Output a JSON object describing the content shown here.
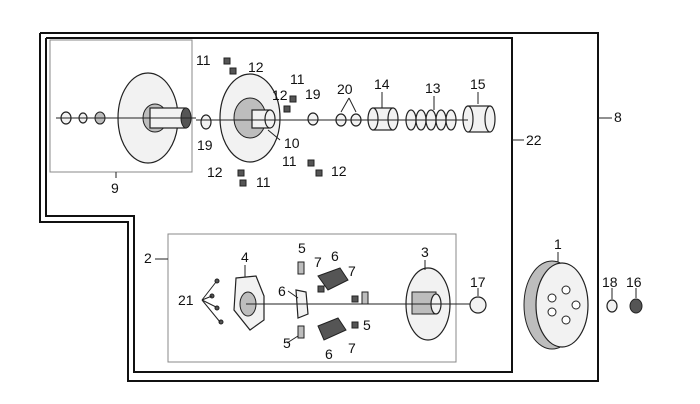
{
  "callouts": {
    "c1": "1",
    "c2": "2",
    "c3": "3",
    "c4": "4",
    "c5a": "5",
    "c5b": "5",
    "c5c": "5",
    "c6a": "6",
    "c6b": "6",
    "c6c": "6",
    "c7a": "7",
    "c7b": "7",
    "c7c": "7",
    "c8": "8",
    "c9": "9",
    "c10": "10",
    "c11a": "11",
    "c11b": "11",
    "c11c": "11",
    "c11d": "11",
    "c12a": "12",
    "c12b": "12",
    "c12c": "12",
    "c12d": "12",
    "c13": "13",
    "c14": "14",
    "c15": "15",
    "c16": "16",
    "c17": "17",
    "c18": "18",
    "c19a": "19",
    "c19b": "19",
    "c20": "20",
    "c21": "21",
    "c22": "22"
  }
}
